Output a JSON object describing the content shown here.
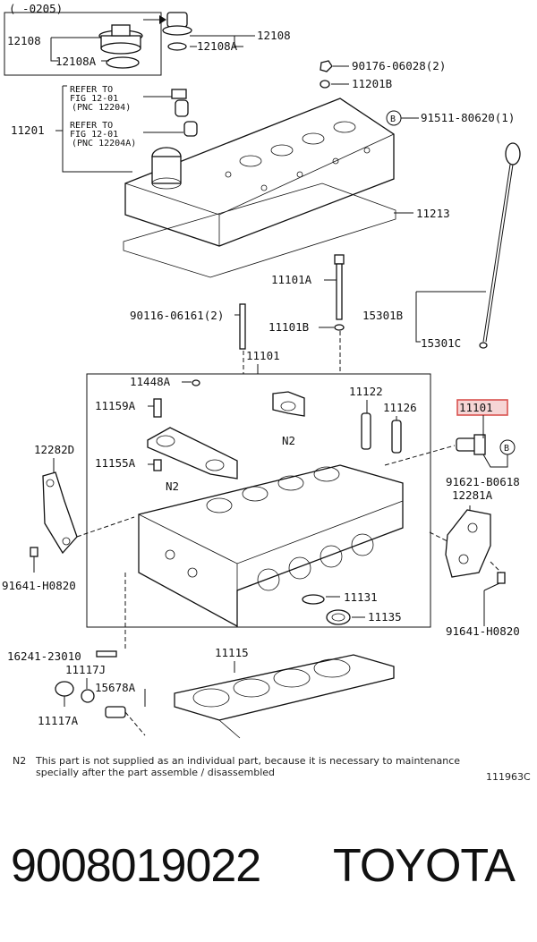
{
  "header_range": "(      -0205)",
  "labels": {
    "l12108_left": "12108",
    "l12108A_left": "12108A",
    "l12108A_right": "12108A",
    "l12108_right": "12108",
    "l90176": "90176-06028(2)",
    "l11201B": "11201B",
    "refer1_line1": "REFER TO",
    "refer1_line2": "FIG 12-01",
    "refer1_line3": "(PNC 12204)",
    "refer2_line1": "REFER TO",
    "refer2_line2": "FIG 12-01",
    "refer2_line3": "(PNC 12204A)",
    "l11201": "11201",
    "l91511": "91511-80620(1)",
    "circle_b": "B",
    "l11213": "11213",
    "l11101A": "11101A",
    "l15301B": "15301B",
    "l90116": "90116-06161(2)",
    "l11101B": "11101B",
    "l15301C": "15301C",
    "l11101": "11101",
    "l11448A": "11448A",
    "l11159A": "11159A",
    "l11122": "11122",
    "l11126": "11126",
    "l11101_highlight": "11101",
    "n2_a": "N2",
    "l12282D": "12282D",
    "l11155A": "11155A",
    "n2_b": "N2",
    "l91621": "91621-B0618",
    "l12281A": "12281A",
    "l91641_left": "91641-H0820",
    "l91641_right": "91641-H0820",
    "l11131": "11131",
    "l11135": "11135",
    "l16241": "16241-23010",
    "l11115": "11115",
    "l11117J": "11117J",
    "l15678A": "15678A",
    "l11117A": "11117A",
    "note_prefix": "N2",
    "note_line1": "This part is not supplied as an individual part, because it is necessary to maintenance",
    "note_line2": "specially after the part assemble / disassembled",
    "figure_code": "111963C"
  },
  "footer": {
    "part_number": "9008019022",
    "brand": "TOYOTA"
  },
  "colors": {
    "highlight": "#d9534f",
    "highlight_fill": "#f6d5d5"
  }
}
